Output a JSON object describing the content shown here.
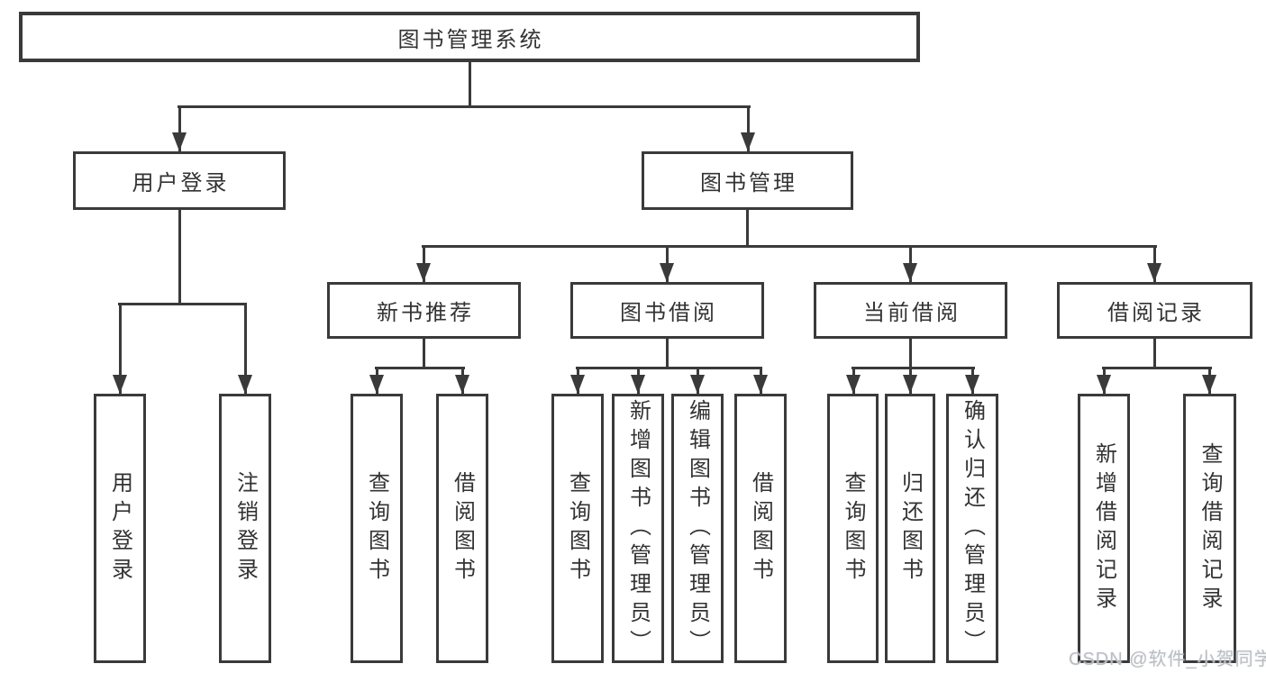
{
  "tree": {
    "label": "图书管理系统",
    "children": [
      {
        "label": "用户登录",
        "children": [
          {
            "label": "用户登录"
          },
          {
            "label": "注销登录"
          }
        ]
      },
      {
        "label": "图书管理",
        "children": [
          {
            "label": "新书推荐",
            "children": [
              {
                "label": "查询图书"
              },
              {
                "label": "借阅图书"
              }
            ]
          },
          {
            "label": "图书借阅",
            "children": [
              {
                "label": "查询图书"
              },
              {
                "label": "新增图书（管理员）"
              },
              {
                "label": "编辑图书（管理员）"
              },
              {
                "label": "借阅图书"
              }
            ]
          },
          {
            "label": "当前借阅",
            "children": [
              {
                "label": "查询图书"
              },
              {
                "label": "归还图书"
              },
              {
                "label": "确认归还（管理员）"
              }
            ]
          },
          {
            "label": "借阅记录",
            "children": [
              {
                "label": "新增借阅记录"
              },
              {
                "label": "查询借阅记录"
              }
            ]
          }
        ]
      }
    ]
  },
  "watermark": {
    "text": "CSDN @软件_小贺同学"
  },
  "colors": {
    "line": "#3a3a3a",
    "text": "#333333",
    "background": "#ffffff",
    "watermark": "#b9bdc3"
  }
}
